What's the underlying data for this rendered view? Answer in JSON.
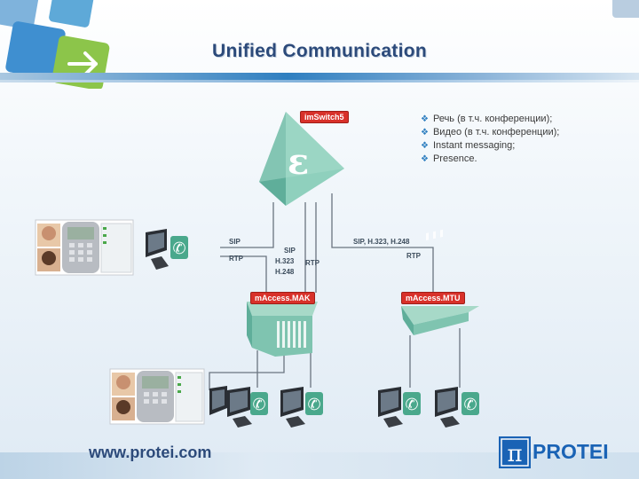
{
  "title": "Unified Communication",
  "bullets": [
    "Речь (в т.ч. конференции);",
    "Видео (в т.ч. конференции);",
    "Instant messaging;",
    "Presence."
  ],
  "nodes": {
    "core": "imSwitch5",
    "mak": "mAccess.MAK",
    "mtu": "mAccess.MTU"
  },
  "links": {
    "left_sip": "SIP",
    "left_rtp": "RTP",
    "mid_sip": "SIP",
    "mid_h323": "H.323",
    "mid_h248": "H.248",
    "mid_rtp": "RTP",
    "right_sig": "SIP, H.323, H.248",
    "right_rtp": "RTP"
  },
  "footer": {
    "url": "www.protei.com",
    "logo": "PROTEI"
  },
  "colors": {
    "accent": "#2f7fc0",
    "title": "#2c4a7a",
    "badge": "#d8312a",
    "device": "#7fc4b0",
    "phone": "#4aa88c"
  }
}
